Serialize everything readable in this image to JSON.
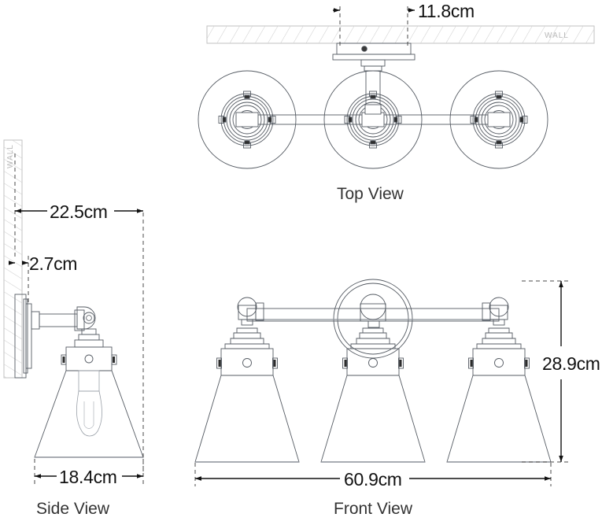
{
  "drawing": {
    "title": "Wall Sconce Technical Drawing",
    "units": "cm",
    "line_color": "#555b63",
    "dim_color": "#111111",
    "wall_color": "#cfcfcf",
    "dash_color": "#4a4a4a"
  },
  "views": {
    "top": {
      "label": "Top View"
    },
    "side": {
      "label": "Side View"
    },
    "front": {
      "label": "Front View"
    }
  },
  "wall_labels": {
    "top_wall": "WALL",
    "side_wall": "WALL"
  },
  "dimensions": {
    "top_depth": {
      "value": "11.8cm",
      "view": "Top View"
    },
    "side_projection": {
      "value": "22.5cm",
      "view": "Side View"
    },
    "side_backplate": {
      "value": "2.7cm",
      "view": "Side View"
    },
    "side_shade_width": {
      "value": "18.4cm",
      "view": "Side View"
    },
    "front_width": {
      "value": "60.9cm",
      "view": "Front View"
    },
    "front_height": {
      "value": "28.9cm",
      "view": "Front View"
    }
  }
}
